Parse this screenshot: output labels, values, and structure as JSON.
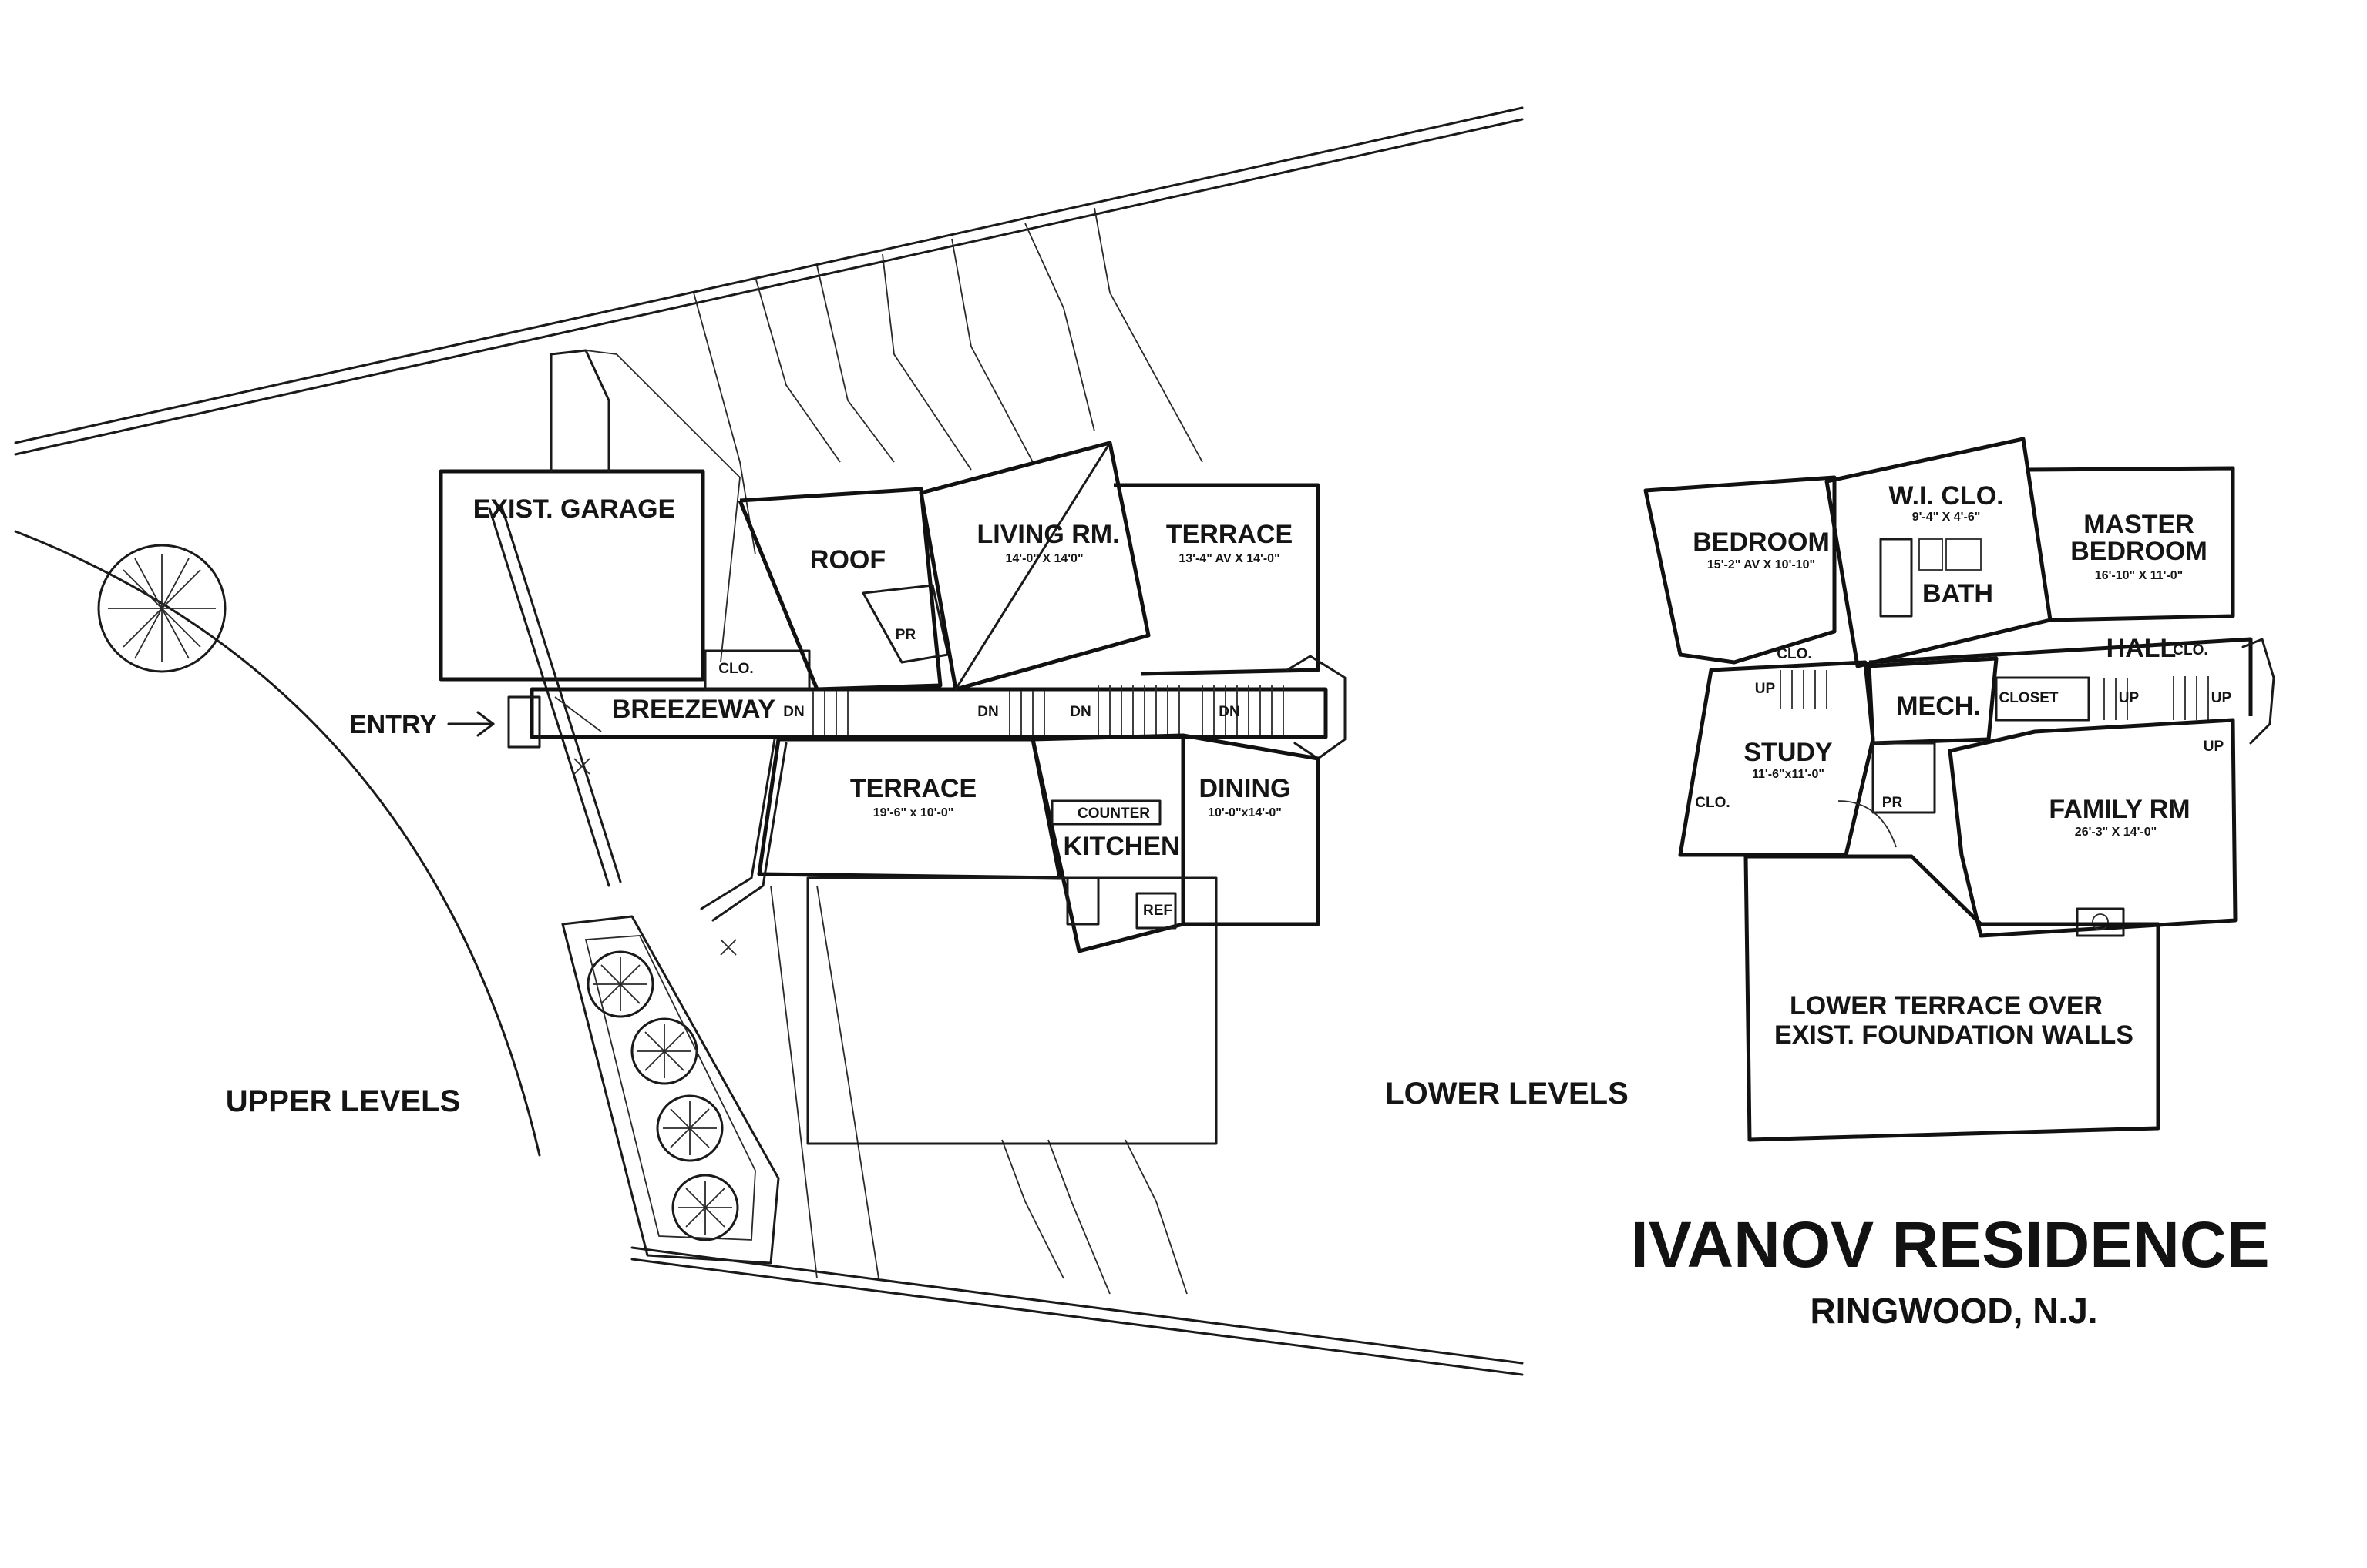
{
  "title": "IVANOV RESIDENCE",
  "subtitle": "RINGWOOD, N.J.",
  "levels": {
    "upper": "UPPER LEVELS",
    "lower": "LOWER LEVELS"
  },
  "upper_plan": {
    "garage": "EXIST. GARAGE",
    "entry": "ENTRY",
    "breezeway": "BREEZEWAY",
    "roof": "ROOF",
    "living": {
      "name": "LIVING RM.",
      "dims": "14'-0\" X 14'0\""
    },
    "terrace_upper": {
      "name": "TERRACE",
      "dims": "13'-4\" AV X 14'-0\""
    },
    "terrace_lower": {
      "name": "TERRACE",
      "dims": "19'-6\" x 10'-0\""
    },
    "dining": {
      "name": "DINING",
      "dims": "10'-0\"x14'-0\""
    },
    "kitchen": "KITCHEN",
    "counter": "COUNTER",
    "ref": "REF",
    "pr": "PR",
    "clo": "CLO.",
    "dn": "DN"
  },
  "lower_plan": {
    "bedroom": {
      "name": "BEDROOM",
      "dims": "15'-2\" AV X 10'-10\""
    },
    "wi_clo": {
      "name": "W.I. CLO.",
      "dims": "9'-4\" X 4'-6\""
    },
    "master": {
      "line1": "MASTER",
      "line2": "BEDROOM",
      "dims": "16'-10\" X 11'-0\""
    },
    "bath": "BATH",
    "hall": "HALL",
    "mech": "MECH.",
    "closet": "CLOSET",
    "study": {
      "name": "STUDY",
      "dims": "11'-6\"x11'-0\""
    },
    "family": {
      "name": "FAMILY RM",
      "dims": "26'-3\" X 14'-0\""
    },
    "pr": "PR",
    "clo": "CLO.",
    "up": "UP",
    "lower_terrace": {
      "line1": "LOWER TERRACE OVER",
      "line2": "EXIST. FOUNDATION WALLS"
    }
  }
}
